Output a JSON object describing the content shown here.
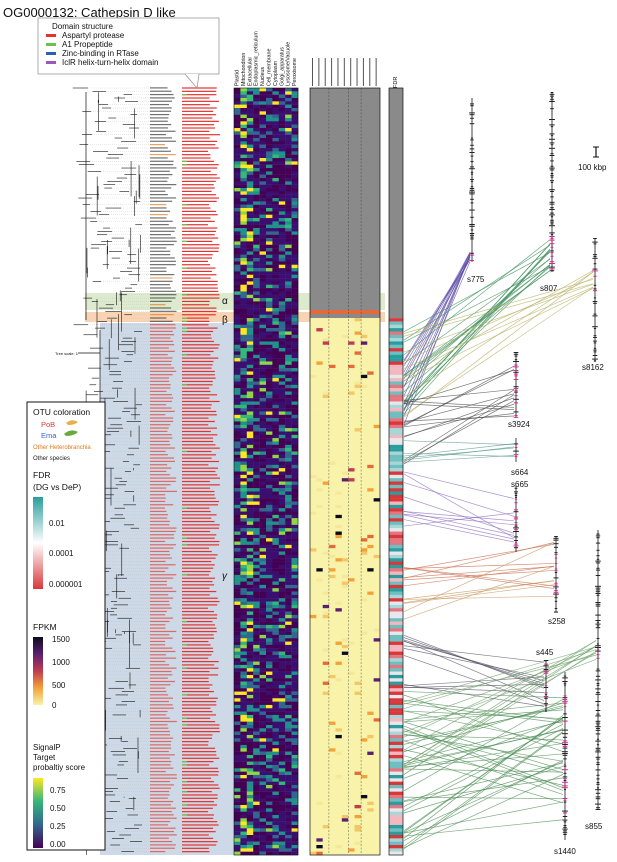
{
  "title": "OG0000132: Cathepsin D like",
  "domain_legend": {
    "title": "Domain structure",
    "items": [
      {
        "label": "Aspartyl protease",
        "color": "#e8312e"
      },
      {
        "label": "A1 Propeptide",
        "color": "#6cc04a"
      },
      {
        "label": "Zinc-binding in RTase",
        "color": "#2b5fb7"
      },
      {
        "label": "IclR helix-turn-helix domain",
        "color": "#9b59b6"
      }
    ]
  },
  "localization_labels": [
    "Plastid",
    "Mitochondrion",
    "Extracellular",
    "Endoplasmic_reticulum",
    "Nucleus",
    "Cell_membrane",
    "Cytoplasm",
    "Golgi_apparatus",
    "Lysosome/Vacuole",
    "Peroxisome"
  ],
  "fdr_column_label": "FDR",
  "clades": [
    "α",
    "β",
    "γ"
  ],
  "tree_scale": "Tree scale: 1",
  "otu_legend": {
    "title": "OTU coloration",
    "items": [
      {
        "label": "PoB",
        "color": "#e03a2f"
      },
      {
        "label": "Ema",
        "color": "#3a64c8"
      },
      {
        "label": "Other Heterobranchia",
        "color": "#e07a1c"
      },
      {
        "label": "Other species",
        "color": "#222222"
      }
    ]
  },
  "fdr_legend": {
    "title_line1": "FDR",
    "title_line2": "(DG vs DeP)",
    "ticks": [
      "0.01",
      "0.0001",
      "0.000001"
    ],
    "colors": [
      "#2a9d9f",
      "#ffffff",
      "#d9383a"
    ]
  },
  "fpkm_legend": {
    "title": "FPKM",
    "ticks": [
      "1500",
      "1000",
      "500",
      "0"
    ],
    "colors": [
      "#0b0b1e",
      "#5a1f6e",
      "#c13c50",
      "#f3a23a",
      "#f8f3a9"
    ]
  },
  "signalp_legend": {
    "title_line1": "SignalP",
    "title_line2": "Target",
    "title_line3": "probaltiy score",
    "ticks": [
      "0.75",
      "0.50",
      "0.25",
      "0.00"
    ],
    "colors": [
      "#fde725",
      "#35b779",
      "#31688e",
      "#440154"
    ]
  },
  "scale_bar": "100 kbp",
  "scaffolds": [
    "s775",
    "s807",
    "s8162",
    "s3924",
    "s664",
    "s665",
    "s258",
    "s445",
    "s855",
    "s1440"
  ]
}
